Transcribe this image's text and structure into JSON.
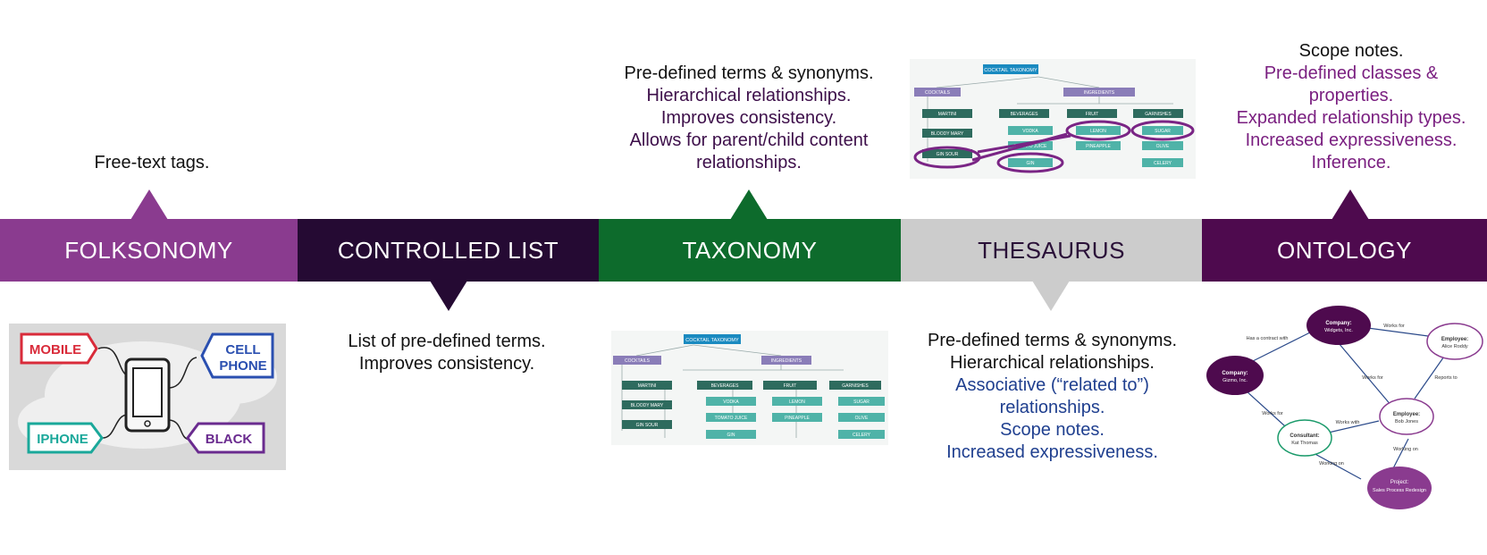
{
  "stages": [
    {
      "label": "FOLKSONOMY",
      "color": "#8a3b8f",
      "notes": [
        "Free-text tags."
      ]
    },
    {
      "label": "CONTROLLED LIST",
      "color": "#250a33",
      "notes": [
        "List of pre-defined terms.",
        "Improves consistency."
      ]
    },
    {
      "label": "TAXONOMY",
      "color": "#0d6b2c",
      "notes": [
        "Pre-defined terms & synonyms.",
        "Hierarchical relationships.",
        "Improves consistency.",
        "Allows for parent/child content",
        "relationships."
      ]
    },
    {
      "label": "THESAURUS",
      "color": "#cccccc",
      "label_color": "#2a1038",
      "notes": [
        "Pre-defined terms & synonyms.",
        "Hierarchical relationships.",
        "Associative (“related to”)",
        "relationships.",
        "Scope notes.",
        "Increased expressiveness."
      ]
    },
    {
      "label": "ONTOLOGY",
      "color": "#4e0a4e",
      "notes": [
        "Scope notes.",
        "Pre-defined classes &",
        "properties.",
        "Expanded relationship types.",
        "Increased expressiveness.",
        "Inference."
      ]
    }
  ],
  "folksonomy_image": {
    "tags": [
      "MOBILE",
      "CELL",
      "PHONE",
      "IPHONE",
      "BLACK"
    ]
  },
  "taxonomy_image": {
    "root": "COCKTAIL TAXONOMY",
    "cocktails_head": "COCKTAILS",
    "ingredients_head": "INGREDIENTS",
    "cocktails": [
      "MARTINI",
      "BLOODY MARY",
      "GIN SOUR"
    ],
    "beverages_head": "BEVERAGES",
    "beverages": [
      "VODKA",
      "TOMATO JUICE",
      "GIN"
    ],
    "fruit_head": "FRUIT",
    "fruit": [
      "LEMON",
      "PINEAPPLE"
    ],
    "garnishes_head": "GARNISHES",
    "garnishes": [
      "SUGAR",
      "OLIVE",
      "CELERY"
    ]
  },
  "ontology_image": {
    "nodes": [
      {
        "title": "Company:",
        "sub": "Widgets, Inc."
      },
      {
        "title": "Company:",
        "sub": "Gizmo, Inc."
      },
      {
        "title": "Employee:",
        "sub": "Alice Roddy"
      },
      {
        "title": "Employee:",
        "sub": "Bob Jones"
      },
      {
        "title": "Consultant:",
        "sub": "Kat Thomas"
      },
      {
        "title": "Project:",
        "sub": "Sales Process Redesign"
      }
    ],
    "edges": [
      "Has a contract with",
      "Works for",
      "Works for",
      "Reports to",
      "Works for",
      "Works with",
      "Working on",
      "Working on"
    ]
  }
}
